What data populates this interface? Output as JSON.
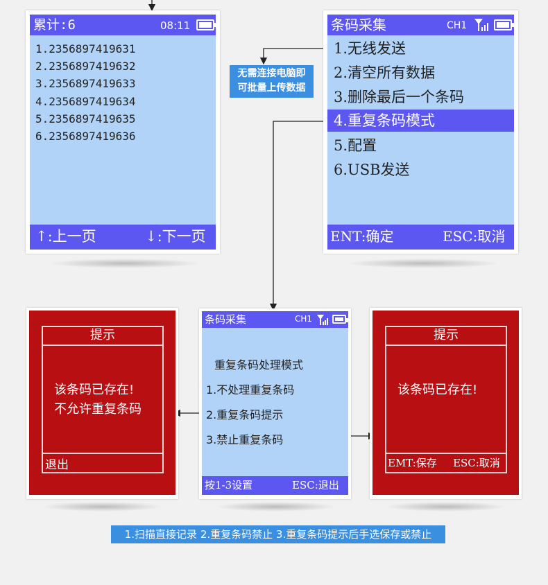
{
  "screen_list": {
    "title": "累计:6",
    "time": "08:11",
    "rows": [
      "1.2356897419631",
      "2.2356897419632",
      "3.2356897419633",
      "4.2356897419634",
      "5.2356897419635",
      "6.2356897419636"
    ],
    "prev_label": "↑:上一页",
    "next_label": "↓:下一页"
  },
  "callout": {
    "line1": "无需连接电脑即",
    "line2": "可批量上传数据"
  },
  "screen_menu": {
    "title": "条码采集",
    "channel": "CH1",
    "items": [
      "1.无线发送",
      "2.清空所有数据",
      "3.删除最后一个条码",
      "4.重复条码模式",
      "5.配置",
      "6.USB发送"
    ],
    "selected_index": 3,
    "ent_label": "ENT:确定",
    "esc_label": "ESC:取消"
  },
  "screen_dup_mode": {
    "title": "条码采集",
    "channel": "CH1",
    "heading": "重复条码处理模式",
    "options": [
      "1.不处理重复条码",
      "2.重复条码提示",
      "3.禁止重复条码"
    ],
    "footer_left": "按1-3设置",
    "footer_right": "ESC:退出"
  },
  "dialog_forbid": {
    "title": "提示",
    "line1": "该条码已存在!",
    "line2": "不允许重复条码",
    "exit_label": "退出"
  },
  "dialog_prompt": {
    "title": "提示",
    "line1": "该条码已存在!",
    "save_label": "EMT:保存",
    "cancel_label": "ESC:取消"
  },
  "legend": {
    "text": "1.扫描直接记录 2.重复条码禁止 3.重复条码提示后手选保存或禁止"
  },
  "colors": {
    "screen_bg": "#b1d3f8",
    "bar": "#5b57f0",
    "dialog_red": "#b70f12",
    "callout_blue": "#3a8fe0"
  }
}
